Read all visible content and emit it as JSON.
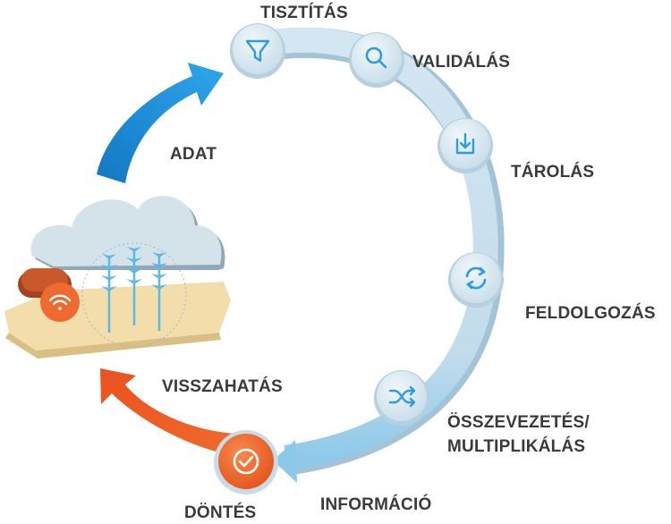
{
  "diagram": {
    "stages": [
      {
        "id": "adat",
        "label": "ADAT",
        "icon": "none"
      },
      {
        "id": "tisztitas",
        "label": "TISZTÍTÁS",
        "icon": "filter-icon"
      },
      {
        "id": "validalas",
        "label": "VALIDÁLÁS",
        "icon": "search-icon"
      },
      {
        "id": "tarolas",
        "label": "TÁROLÁS",
        "icon": "download-icon"
      },
      {
        "id": "feldolgozas",
        "label": "FELDOLGOZÁS",
        "icon": "refresh-icon"
      },
      {
        "id": "osszevezetes",
        "label": "ÖSSZEVEZETÉS/",
        "label2": "MULTIPLIKÁLÁS",
        "icon": "shuffle-icon"
      },
      {
        "id": "informacio",
        "label": "INFORMÁCIÓ",
        "icon": "none"
      },
      {
        "id": "dontes",
        "label": "DÖNTÉS",
        "icon": "check-circle-icon"
      },
      {
        "id": "visszahatas",
        "label": "VISSZAHATÁS",
        "icon": "none"
      }
    ],
    "colors": {
      "ring": "#c9dfec",
      "ring_dark": "#a9c6d8",
      "node_fill": "#dcebf5",
      "icon_blue": "#2f9be0",
      "data_arrow": "#1f93e0",
      "feedback_arrow": "#f0612a",
      "decision_orange": "#ef6a2e",
      "field": "#f0dcaa",
      "cloud": "#cfdde6",
      "wheat": "#5cb8e6",
      "label": "#3a3a3a"
    }
  }
}
